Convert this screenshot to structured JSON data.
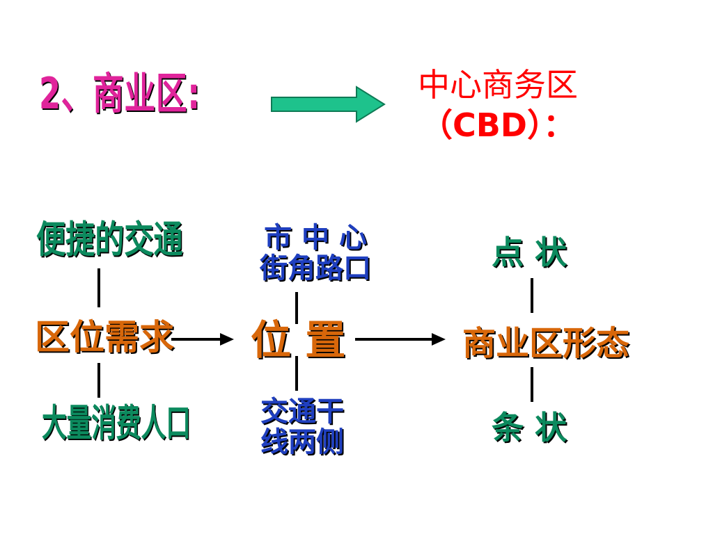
{
  "title": "2、商业区:",
  "cbd": {
    "line1": "中心商务区",
    "line2": "（CBD）："
  },
  "left": {
    "top": "便捷的交通",
    "main": "区位需求",
    "bottom": "大量消费人口"
  },
  "middle": {
    "top_line1": "市 中 心",
    "top_line2": "街角路口",
    "main": "位  置",
    "bottom_line1": "交通干",
    "bottom_line2": "线两侧"
  },
  "right": {
    "top": "点 状",
    "main": "商业区形态",
    "bottom": "条 状"
  },
  "colors": {
    "title": "#e0249b",
    "cbd": "#ff0000",
    "green_text": "#0c8a5e",
    "orange_text": "#d8670a",
    "blue_text": "#1f3fbf",
    "arrow_fill": "#1ec28c"
  }
}
